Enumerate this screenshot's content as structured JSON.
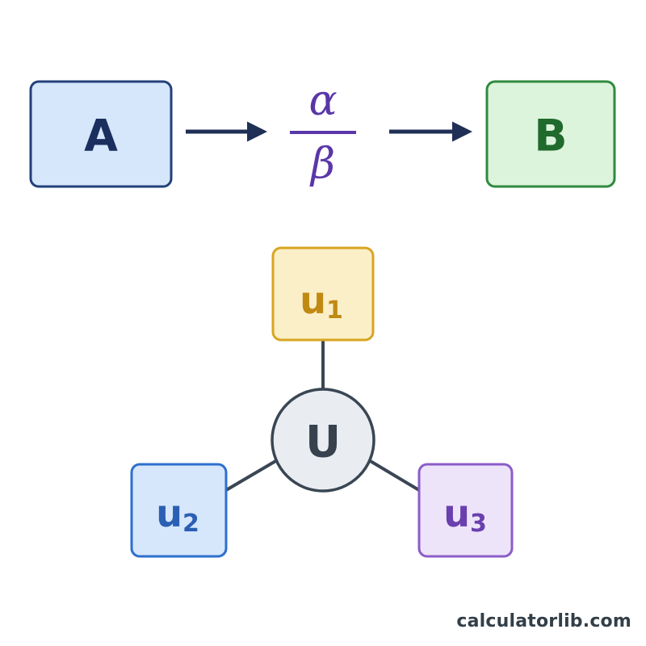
{
  "top_row": {
    "left_node": {
      "label": "A",
      "fill": "#d6e6fb",
      "stroke": "#23407a",
      "text_color": "#1b2f5e"
    },
    "right_node": {
      "label": "B",
      "fill": "#dcf3dc",
      "stroke": "#2f8a3e",
      "text_color": "#1f6a2c"
    },
    "fraction": {
      "numerator": "α",
      "denominator": "β",
      "color": "#5a37a8"
    },
    "arrow_color": "#1f2f55"
  },
  "hub": {
    "center": {
      "label": "U",
      "fill": "#e9edf1",
      "stroke": "#3a4654",
      "text_color": "#37424e"
    },
    "connector_color": "#3a4654",
    "children": [
      {
        "base": "u",
        "subscript": "1",
        "fill": "#fbefc8",
        "stroke": "#d9a521",
        "text_color": "#c08a12"
      },
      {
        "base": "u",
        "subscript": "2",
        "fill": "#d6e6fb",
        "stroke": "#2d6fce",
        "text_color": "#2a5fb3"
      },
      {
        "base": "u",
        "subscript": "3",
        "fill": "#ede4fa",
        "stroke": "#8b5cc8",
        "text_color": "#6a3fae"
      }
    ]
  },
  "watermark": "calculatorlib.com"
}
